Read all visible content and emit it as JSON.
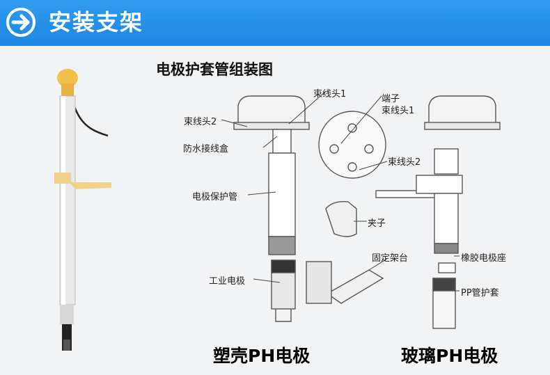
{
  "header": {
    "title": "安装支架",
    "icon": "arrow-right-icon"
  },
  "diagram": {
    "title": "电极护套管组装图",
    "labels": {
      "cable_head_1": "束线头1",
      "cable_head_2_left": "束线头2",
      "waterproof_box": "防水接线盒",
      "terminal": "端子",
      "cable_head_1_right": "束线头1",
      "cable_head_2_right": "束线头2",
      "electrode_tube": "电极保护管",
      "clip": "夹子",
      "fixed_stand": "固定架台",
      "industrial_electrode": "工业电极",
      "rubber_seat": "橡胶电极座",
      "pp_sleeve": "PP管护套"
    },
    "captions": {
      "plastic": "塑壳PH电极",
      "glass": "玻璃PH电极"
    }
  },
  "colors": {
    "header": "#1d87e2",
    "background": "#f2f3f5",
    "mount": "#e8c877"
  }
}
